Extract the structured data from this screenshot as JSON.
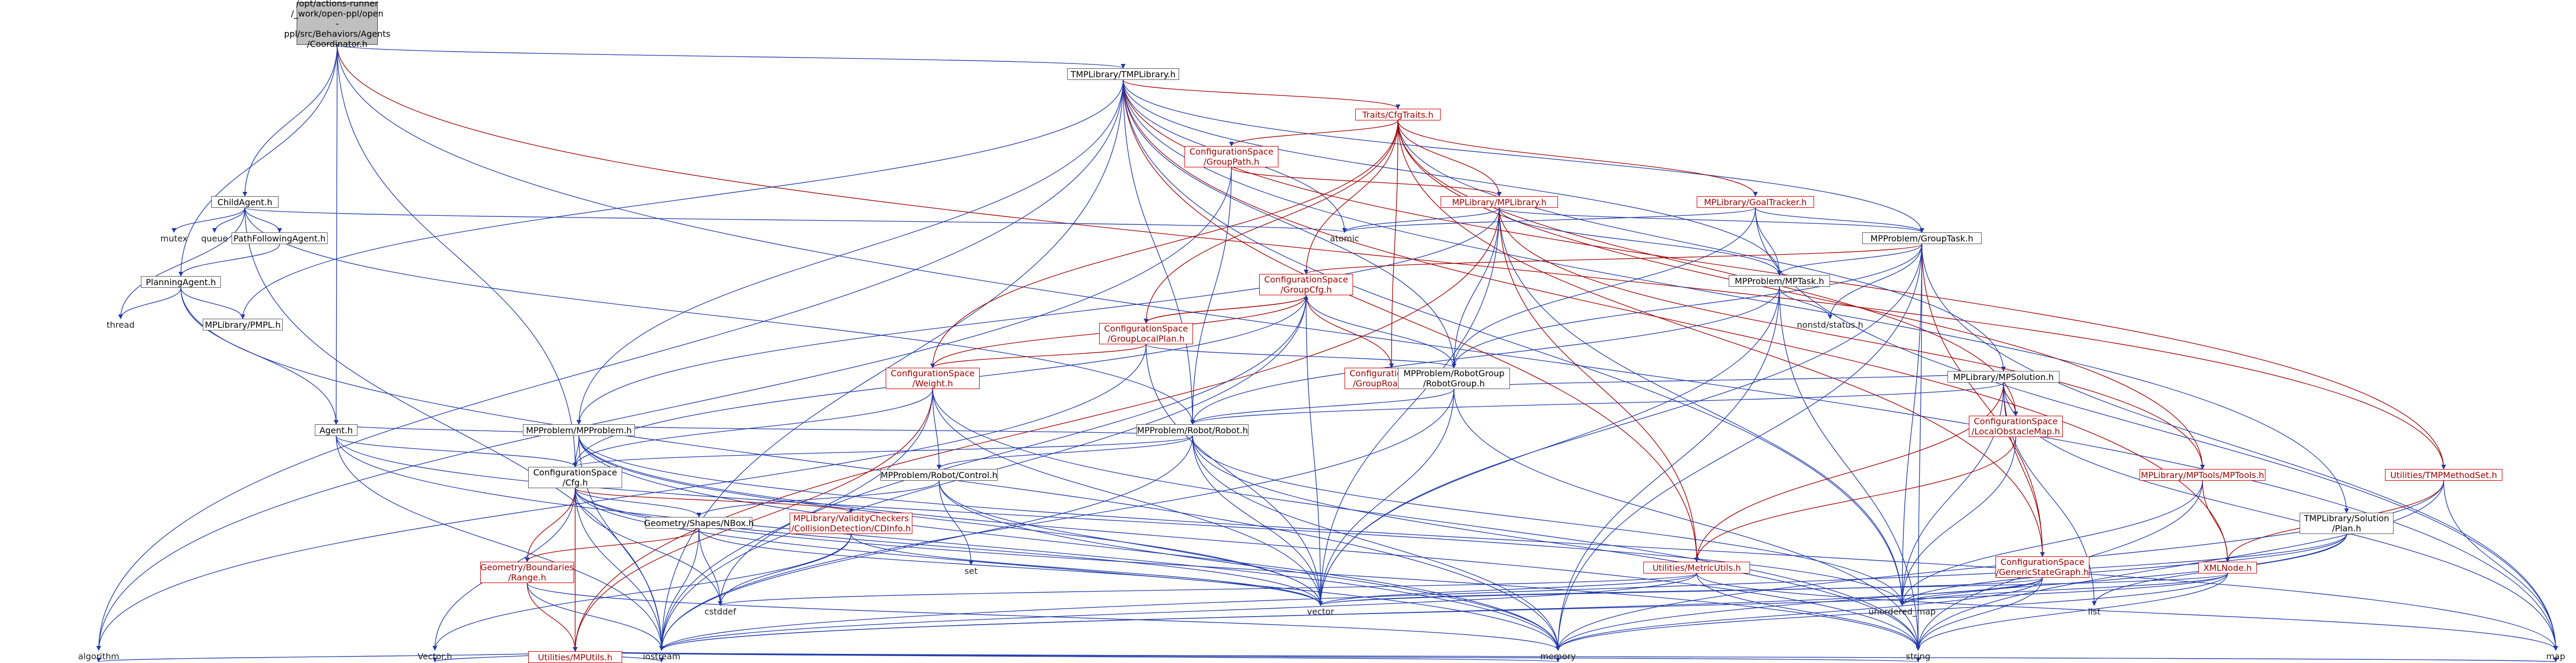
{
  "diagram": {
    "nodes": [
      {
        "id": "coordinator",
        "label": "/opt/actions-runner\n/_work/open-ppl/open\n-ppl/src/Behaviors/Agents\n/Coordinator.h",
        "style": "root"
      },
      {
        "id": "tmpl",
        "label": "TMPLibrary/TMPLibrary.h",
        "style": "normal"
      },
      {
        "id": "traits",
        "label": "Traits/CfgTraits.h",
        "style": "red"
      },
      {
        "id": "grouppath",
        "label": "ConfigurationSpace\n/GroupPath.h",
        "style": "red"
      },
      {
        "id": "mplib",
        "label": "MPLibrary/MPLibrary.h",
        "style": "red"
      },
      {
        "id": "goaltracker",
        "label": "MPLibrary/GoalTracker.h",
        "style": "red"
      },
      {
        "id": "childagent",
        "label": "ChildAgent.h",
        "style": "normal"
      },
      {
        "id": "mutex",
        "label": "mutex",
        "style": "plain"
      },
      {
        "id": "queue",
        "label": "queue",
        "style": "plain"
      },
      {
        "id": "pathfollow",
        "label": "PathFollowingAgent.h",
        "style": "normal"
      },
      {
        "id": "atomic",
        "label": "atomic",
        "style": "plain"
      },
      {
        "id": "grouptask",
        "label": "MPProblem/GroupTask.h",
        "style": "normal"
      },
      {
        "id": "planningagent",
        "label": "PlanningAgent.h",
        "style": "normal"
      },
      {
        "id": "thread",
        "label": "thread",
        "style": "plain"
      },
      {
        "id": "mpml",
        "label": "MPLibrary/PMPL.h",
        "style": "normal"
      },
      {
        "id": "groupcfg",
        "label": "ConfigurationSpace\n/GroupCfg.h",
        "style": "red"
      },
      {
        "id": "grouplp",
        "label": "ConfigurationSpace\n/GroupLocalPlan.h",
        "style": "red"
      },
      {
        "id": "mptask",
        "label": "MPProblem/MPTask.h",
        "style": "normal"
      },
      {
        "id": "nonstd",
        "label": "nonstd/status.h",
        "style": "plain"
      },
      {
        "id": "weight",
        "label": "ConfigurationSpace\n/Weight.h",
        "style": "red"
      },
      {
        "id": "grouproadmap",
        "label": "ConfigurationSpace\n/GroupRoadmap.h",
        "style": "red"
      },
      {
        "id": "robotgroup",
        "label": "MPProblem/RobotGroup\n/RobotGroup.h",
        "style": "normal"
      },
      {
        "id": "mpsolution",
        "label": "MPLibrary/MPSolution.h",
        "style": "normal"
      },
      {
        "id": "agent",
        "label": "Agent.h",
        "style": "normal"
      },
      {
        "id": "mpproblem",
        "label": "MPProblem/MPProblem.h",
        "style": "normal"
      },
      {
        "id": "robot",
        "label": "MPProblem/Robot/Robot.h",
        "style": "normal"
      },
      {
        "id": "localobstacle",
        "label": "ConfigurationSpace\n/LocalObstacleMap.h",
        "style": "red"
      },
      {
        "id": "cspacecfg",
        "label": "ConfigurationSpace\n/Cfg.h",
        "style": "normal"
      },
      {
        "id": "control",
        "label": "MPProblem/Robot/Control.h",
        "style": "normal"
      },
      {
        "id": "mptools",
        "label": "MPLibrary/MPTools/MPTools.h",
        "style": "red"
      },
      {
        "id": "tmpmethodset",
        "label": "Utilities/TMPMethodSet.h",
        "style": "red"
      },
      {
        "id": "tmpsolution",
        "label": "TMPLibrary/Solution\n/Plan.h",
        "style": "normal"
      },
      {
        "id": "nbox",
        "label": "Geometry/Shapes/NBox.h",
        "style": "normal"
      },
      {
        "id": "validity",
        "label": "MPLibrary/ValidityCheckers\n/CollisionDetection/CDInfo.h",
        "style": "red"
      },
      {
        "id": "set",
        "label": "set",
        "style": "plain"
      },
      {
        "id": "metricutils",
        "label": "Utilities/MetricUtils.h",
        "style": "red"
      },
      {
        "id": "genericstate",
        "label": "ConfigurationSpace\n/GenericStateGraph.h",
        "style": "red"
      },
      {
        "id": "xmlnode",
        "label": "XMLNode.h",
        "style": "red"
      },
      {
        "id": "boundaries",
        "label": "Geometry/Boundaries\n/Range.h",
        "style": "red"
      },
      {
        "id": "cstddef",
        "label": "cstddef",
        "style": "plain"
      },
      {
        "id": "vector",
        "label": "vector",
        "style": "plain"
      },
      {
        "id": "unordered_map",
        "label": "unordered_map",
        "style": "plain"
      },
      {
        "id": "list",
        "label": "list",
        "style": "plain"
      },
      {
        "id": "mputils",
        "label": "Utilities/MPUtils.h",
        "style": "red"
      },
      {
        "id": "algorithm",
        "label": "algorithm",
        "style": "plain"
      },
      {
        "id": "vectorh",
        "label": "Vector.h",
        "style": "plain"
      },
      {
        "id": "iostream",
        "label": "iostream",
        "style": "plain"
      },
      {
        "id": "memory",
        "label": "memory",
        "style": "plain"
      },
      {
        "id": "string",
        "label": "string",
        "style": "plain"
      },
      {
        "id": "map",
        "label": "map",
        "style": "plain"
      }
    ],
    "edges": [
      [
        "coordinator",
        "tmpl"
      ],
      [
        "coordinator",
        "childagent"
      ],
      [
        "coordinator",
        "planningagent"
      ],
      [
        "coordinator",
        "agent"
      ],
      [
        "coordinator",
        "cspacecfg"
      ],
      [
        "coordinator",
        "tmpmethodset"
      ],
      [
        "coordinator",
        "map"
      ],
      [
        "tmpl",
        "traits"
      ],
      [
        "tmpl",
        "atomic"
      ],
      [
        "tmpl",
        "grouptask"
      ],
      [
        "tmpl",
        "mptask"
      ],
      [
        "tmpl",
        "mpml"
      ],
      [
        "tmpl",
        "mpproblem"
      ],
      [
        "tmpl",
        "robot"
      ],
      [
        "tmpl",
        "robotgroup"
      ],
      [
        "tmpl",
        "metricutils"
      ],
      [
        "tmpl",
        "xmlnode"
      ],
      [
        "tmpl",
        "tmpmethodset"
      ],
      [
        "tmpl",
        "tmpsolution"
      ],
      [
        "tmpl",
        "algorithm"
      ],
      [
        "tmpl",
        "iostream"
      ],
      [
        "tmpl",
        "unordered_map"
      ],
      [
        "traits",
        "grouppath"
      ],
      [
        "traits",
        "mplib"
      ],
      [
        "traits",
        "goaltracker"
      ],
      [
        "traits",
        "groupcfg"
      ],
      [
        "traits",
        "grouplp"
      ],
      [
        "traits",
        "grouproadmap"
      ],
      [
        "traits",
        "weight"
      ],
      [
        "traits",
        "mpsolution"
      ],
      [
        "traits",
        "localobstacle"
      ],
      [
        "traits",
        "genericstate"
      ],
      [
        "traits",
        "mptools"
      ],
      [
        "grouppath",
        "mplib"
      ],
      [
        "grouppath",
        "robot"
      ],
      [
        "grouppath",
        "algorithm"
      ],
      [
        "mplib",
        "atomic"
      ],
      [
        "mplib",
        "grouptask"
      ],
      [
        "mplib",
        "mptask"
      ],
      [
        "mplib",
        "mpproblem"
      ],
      [
        "mplib",
        "robotgroup"
      ],
      [
        "mplib",
        "metricutils"
      ],
      [
        "mplib",
        "mptools"
      ],
      [
        "mplib",
        "mputils"
      ],
      [
        "mplib",
        "vector"
      ],
      [
        "mplib",
        "unordered_map"
      ],
      [
        "goaltracker",
        "atomic"
      ],
      [
        "goaltracker",
        "grouptask"
      ],
      [
        "goaltracker",
        "mptask"
      ],
      [
        "goaltracker",
        "robotgroup"
      ],
      [
        "goaltracker",
        "map"
      ],
      [
        "childagent",
        "mutex"
      ],
      [
        "childagent",
        "queue"
      ],
      [
        "childagent",
        "pathfollow"
      ],
      [
        "childagent",
        "atomic"
      ],
      [
        "childagent",
        "thread"
      ],
      [
        "childagent",
        "robot"
      ],
      [
        "childagent",
        "iostream"
      ],
      [
        "pathfollow",
        "planningagent"
      ],
      [
        "planningagent",
        "agent"
      ],
      [
        "planningagent",
        "mpml"
      ],
      [
        "planningagent",
        "thread"
      ],
      [
        "planningagent",
        "memory"
      ],
      [
        "grouptask",
        "groupcfg"
      ],
      [
        "grouptask",
        "mptask"
      ],
      [
        "grouptask",
        "robotgroup"
      ],
      [
        "grouptask",
        "nonstd"
      ],
      [
        "grouptask",
        "genericstate"
      ],
      [
        "grouptask",
        "vector"
      ],
      [
        "grouptask",
        "unordered_map"
      ],
      [
        "grouptask",
        "memory"
      ],
      [
        "grouptask",
        "string"
      ],
      [
        "grouptask",
        "map"
      ],
      [
        "groupcfg",
        "grouplp"
      ],
      [
        "groupcfg",
        "grouproadmap"
      ],
      [
        "groupcfg",
        "robotgroup"
      ],
      [
        "groupcfg",
        "weight"
      ],
      [
        "groupcfg",
        "cspacecfg"
      ],
      [
        "groupcfg",
        "vector"
      ],
      [
        "groupcfg",
        "iostream"
      ],
      [
        "groupcfg",
        "cstddef"
      ],
      [
        "grouplp",
        "weight"
      ],
      [
        "grouplp",
        "groupcfg"
      ],
      [
        "grouplp",
        "robotgroup"
      ],
      [
        "grouplp",
        "algorithm"
      ],
      [
        "grouplp",
        "vector"
      ],
      [
        "mptask",
        "nonstd"
      ],
      [
        "mptask",
        "robot"
      ],
      [
        "mptask",
        "vector"
      ],
      [
        "mptask",
        "memory"
      ],
      [
        "mptask",
        "string"
      ],
      [
        "weight",
        "cspacecfg"
      ],
      [
        "weight",
        "control"
      ],
      [
        "weight",
        "mputils"
      ],
      [
        "weight",
        "vector"
      ],
      [
        "weight",
        "iostream"
      ],
      [
        "weight",
        "string"
      ],
      [
        "grouproadmap",
        "robotgroup"
      ],
      [
        "robotgroup",
        "robot"
      ],
      [
        "robotgroup",
        "vector"
      ],
      [
        "robotgroup",
        "string"
      ],
      [
        "robotgroup",
        "iostream"
      ],
      [
        "mpsolution",
        "robotgroup"
      ],
      [
        "mpsolution",
        "localobstacle"
      ],
      [
        "mpsolution",
        "genericstate"
      ],
      [
        "mpsolution",
        "robot"
      ],
      [
        "mpsolution",
        "metricutils"
      ],
      [
        "mpsolution",
        "unordered_map"
      ],
      [
        "mpsolution",
        "map"
      ],
      [
        "mpsolution",
        "list"
      ],
      [
        "agent",
        "cspacecfg"
      ],
      [
        "agent",
        "mpproblem"
      ],
      [
        "agent",
        "memory"
      ],
      [
        "agent",
        "iostream"
      ],
      [
        "agent",
        "unordered_map"
      ],
      [
        "mpproblem",
        "cspacecfg"
      ],
      [
        "mpproblem",
        "robot"
      ],
      [
        "mpproblem",
        "vector"
      ],
      [
        "mpproblem",
        "map"
      ],
      [
        "mpproblem",
        "memory"
      ],
      [
        "mpproblem",
        "string"
      ],
      [
        "mpproblem",
        "iostream"
      ],
      [
        "robot",
        "control"
      ],
      [
        "robot",
        "cspacecfg"
      ],
      [
        "robot",
        "vector"
      ],
      [
        "robot",
        "memory"
      ],
      [
        "robot",
        "string"
      ],
      [
        "robot",
        "iostream"
      ],
      [
        "robot",
        "unordered_map"
      ],
      [
        "localobstacle",
        "metricutils"
      ],
      [
        "localobstacle",
        "unordered_map"
      ],
      [
        "cspacecfg",
        "nbox"
      ],
      [
        "cspacecfg",
        "validity"
      ],
      [
        "cspacecfg",
        "boundaries"
      ],
      [
        "cspacecfg",
        "mputils"
      ],
      [
        "cspacecfg",
        "cstddef"
      ],
      [
        "cspacecfg",
        "vector"
      ],
      [
        "cspacecfg",
        "vectorh"
      ],
      [
        "cspacecfg",
        "iostream"
      ],
      [
        "cspacecfg",
        "memory"
      ],
      [
        "cspacecfg",
        "string"
      ],
      [
        "control",
        "nbox"
      ],
      [
        "control",
        "set"
      ],
      [
        "control",
        "vector"
      ],
      [
        "control",
        "memory"
      ],
      [
        "mptools",
        "xmlnode"
      ],
      [
        "mptools",
        "unordered_map"
      ],
      [
        "mptools",
        "string"
      ],
      [
        "tmpmethodset",
        "xmlnode"
      ],
      [
        "tmpmethodset",
        "memory"
      ],
      [
        "tmpmethodset",
        "string"
      ],
      [
        "tmpmethodset",
        "map"
      ],
      [
        "tmpsolution",
        "unordered_map"
      ],
      [
        "tmpsolution",
        "iostream"
      ],
      [
        "tmpsolution",
        "memory"
      ],
      [
        "tmpsolution",
        "list"
      ],
      [
        "nbox",
        "boundaries"
      ],
      [
        "nbox",
        "cstddef"
      ],
      [
        "nbox",
        "iostream"
      ],
      [
        "nbox",
        "vector"
      ],
      [
        "validity",
        "vector"
      ],
      [
        "validity",
        "vectorh"
      ],
      [
        "validity",
        "cstddef"
      ],
      [
        "metricutils",
        "cstddef"
      ],
      [
        "metricutils",
        "iostream"
      ],
      [
        "metricutils",
        "string"
      ],
      [
        "metricutils",
        "map"
      ],
      [
        "metricutils",
        "vector"
      ],
      [
        "genericstate",
        "unordered_map"
      ],
      [
        "genericstate",
        "vector"
      ],
      [
        "genericstate",
        "memory"
      ],
      [
        "genericstate",
        "string"
      ],
      [
        "genericstate",
        "iostream"
      ],
      [
        "xmlnode",
        "unordered_map"
      ],
      [
        "xmlnode",
        "iostream"
      ],
      [
        "xmlnode",
        "memory"
      ],
      [
        "xmlnode",
        "string"
      ],
      [
        "xmlnode",
        "vector"
      ],
      [
        "boundaries",
        "mputils"
      ],
      [
        "boundaries",
        "iostream"
      ],
      [
        "boundaries",
        "memory"
      ],
      [
        "mputils",
        "algorithm"
      ],
      [
        "mputils",
        "vectorh"
      ],
      [
        "mputils",
        "iostream"
      ],
      [
        "mputils",
        "memory"
      ],
      [
        "mputils",
        "string"
      ],
      [
        "mputils",
        "map"
      ]
    ],
    "colors": {
      "normal_edge": "#1f3aa8",
      "red_edge": "#a00000",
      "root_fill": "#bfbfbf"
    }
  }
}
